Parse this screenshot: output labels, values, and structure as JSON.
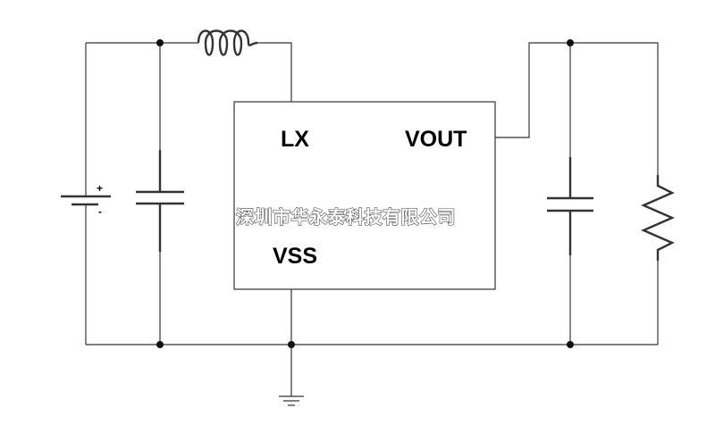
{
  "diagram": {
    "pins": {
      "lx": "LX",
      "vout": "VOUT",
      "vss": "VSS"
    },
    "battery_polarity": {
      "positive": "+",
      "negative": "-"
    },
    "watermark": "深圳市华永泰科技有限公司",
    "components": [
      "battery",
      "input-capacitor",
      "inductor",
      "ic",
      "output-capacitor",
      "load-resistor",
      "ground"
    ]
  }
}
